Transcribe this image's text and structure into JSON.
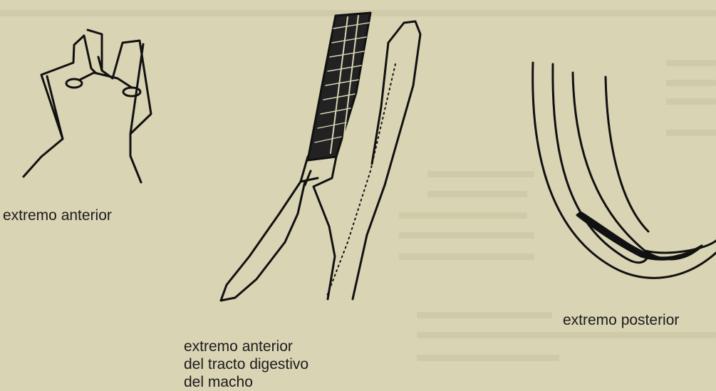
{
  "figure": {
    "captions": {
      "head": "extremo anterior",
      "tract_lines": [
        "extremo anterior",
        "del tracto digestivo",
        "del macho"
      ],
      "tail": "extremo posterior"
    },
    "colors": {
      "paper": "#d9d4b4",
      "ink": "#111111",
      "faded_text": "#c7c19f"
    }
  }
}
